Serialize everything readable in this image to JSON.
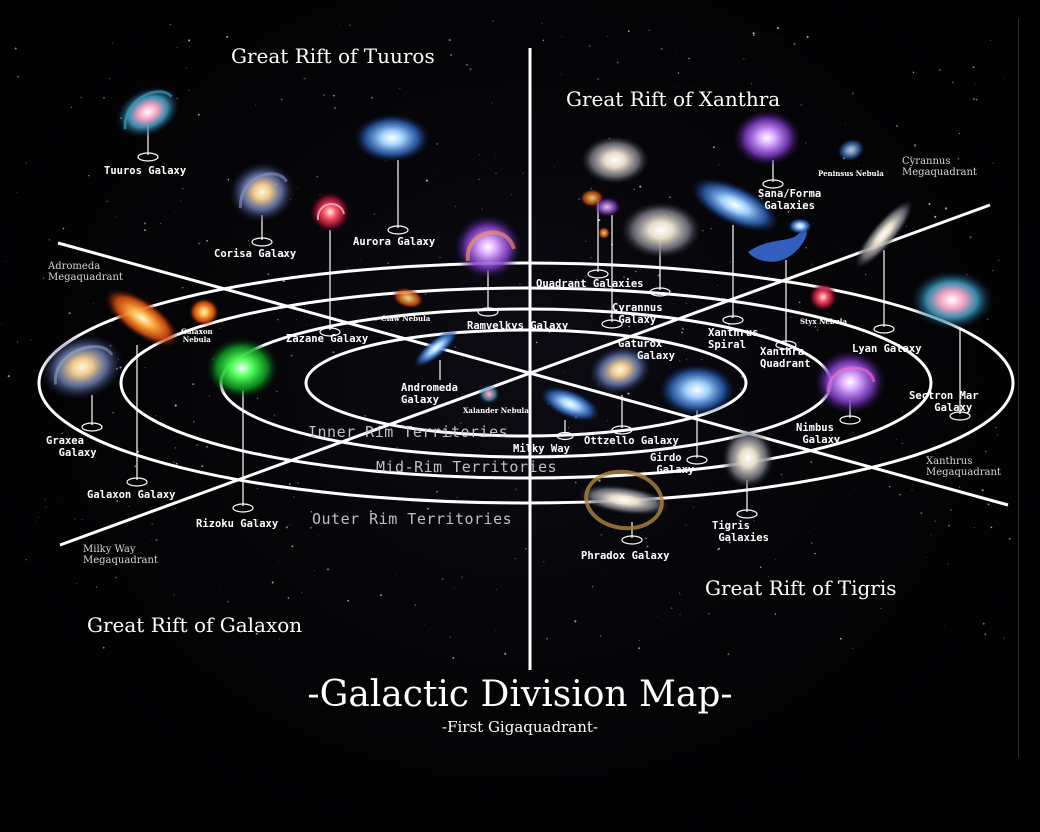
{
  "title": "-Galactic Division Map-",
  "subtitle": "-First Gigaquadrant-",
  "rifts": {
    "tuuros": "Great Rift of Tuuros",
    "xanthra": "Great Rift of Xanthra",
    "galaxon": "Great Rift of Galaxon",
    "tigris": "Great Rift of Tigris"
  },
  "megaquadrants": {
    "adromeda": "Adromeda\nMegaquadrant",
    "cyrannus": "Cyrannus\nMegaquadrant",
    "milky_way": "Milky Way\nMegaquadrant",
    "xanthrus": "Xanthrus\nMegaquadrant"
  },
  "territories": {
    "inner": "Inner Rim Territories",
    "mid": "Mid-Rim Territories",
    "outer": "Outer Rim Territories"
  },
  "galaxies": {
    "tuuros": "Tuuros Galaxy",
    "corisa": "Corisa Galaxy",
    "aurora": "Aurora Galaxy",
    "zazane": "Zazane Galaxy",
    "ramvelkys": "Ramvelkys Galaxy",
    "galaxon": "Galaxon Galaxy",
    "graxea": "Graxea\n  Galaxy",
    "rizoku": "Rizoku Galaxy",
    "andromeda": "Andromeda\nGalaxy",
    "milky_way": "Milky Way",
    "ottzello": "Ottzello Galaxy",
    "gaturox": "Gaturox\n   Galaxy",
    "quadrant": "Quadrant Galaxies",
    "cyrannus": "Cyrannus\n Galaxy",
    "sana_forma": "Sana/Forma\n Galaxies",
    "xanthrus_spiral": "Xanthrus\nSpiral",
    "xanthra_quadrant": "Xanthra\nQuadrant",
    "lyan": "Lyan Galaxy",
    "sectron_mar": "Sectron Mar\n    Galaxy",
    "nimbus": "Nimbus\n Galaxy",
    "girdo": "Girdo\n Galaxy",
    "tigris": "Tigris\n Galaxies",
    "phradox": "Phradox Galaxy"
  },
  "nebulae": {
    "claw": "Claw Nebula",
    "galaxon": "Galaxon\nNebula",
    "xalander": "Xalander Nebula",
    "styx": "Styx Nebula",
    "peninsus": "Peninsus Nebula"
  }
}
